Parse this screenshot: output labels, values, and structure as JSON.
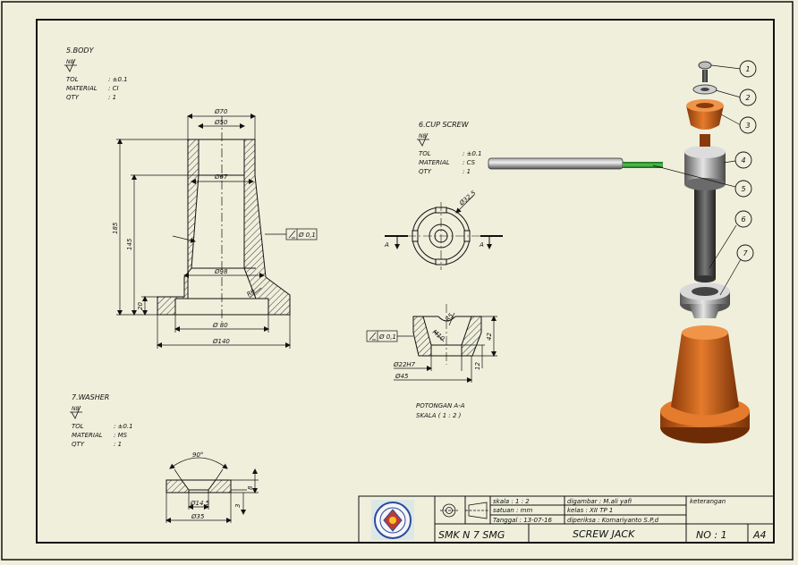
{
  "colors": {
    "paper": "#efefdc",
    "line": "#111111",
    "hatch": "#222222",
    "orange": "#d9691e",
    "orange_dark": "#8a3a0a",
    "steel": "#9a9a9a",
    "steel_dark": "#3a3a3a",
    "green": "#2e9a2e"
  },
  "body_part": {
    "title": "5.BODY",
    "finish": "N8",
    "tol_label": "TOL",
    "tol_value": ": ±0.1",
    "material_label": "MATERIAL",
    "material_value": ": CI",
    "qty_label": "QTY",
    "qty_value": ": 1",
    "dims": {
      "d70": "Ø70",
      "d50": "Ø50",
      "d67": "Ø67",
      "d98": "Ø98",
      "d80": "Ø 80",
      "d140": "Ø140",
      "h185": "185",
      "h145": "145",
      "h20": "20",
      "r6": "R6",
      "runout": "Ø 0,1"
    }
  },
  "cup_screw": {
    "title": "6.CUP SCREW",
    "finish": "N8",
    "tol_label": "TOL",
    "tol_value": ": ±0.1",
    "material_label": "MATERIAL",
    "material_value": ": CS",
    "qty_label": "QTY",
    "qty_value": ": 1",
    "dims": {
      "d325": "Ø32,5",
      "r5": "R5",
      "a1": "M10",
      "runout": "Ø 0,1",
      "h42": "42",
      "h12": "12",
      "d22": "Ø22H7",
      "d45": "Ø45"
    },
    "section_marker": "A",
    "section_title": "POTONGAN A-A",
    "section_scale": "SKALA ( 1 : 2 )"
  },
  "washer": {
    "title": "7.WASHER",
    "finish": "N8",
    "tol_label": "TOL",
    "tol_value": ": ±0.1",
    "material_label": "MATERIAL",
    "material_value": ": MS",
    "qty_label": "QTY",
    "qty_value": ": 1",
    "dims": {
      "angle": "90°",
      "d145": "Ø14,5",
      "d35": "Ø35",
      "h8": "8",
      "h3": "3"
    }
  },
  "balloons": [
    "1",
    "2",
    "3",
    "4",
    "5",
    "6",
    "7"
  ],
  "title_block": {
    "school": "SMK N 7 SMG",
    "drawing_title": "SCREW JACK",
    "number": "NO : 1",
    "sheet_size": "A4",
    "scale": "skala      : 1 : 2",
    "units": "satuan   : mm",
    "date": "Tanggal : 13-07-16",
    "drawn_by": "digambar   : M.ali yafi",
    "class": "kelas        : XII TP 1",
    "checked_by": "diperiksa : Komariyanto S.P,d",
    "remarks": "keterangan"
  }
}
